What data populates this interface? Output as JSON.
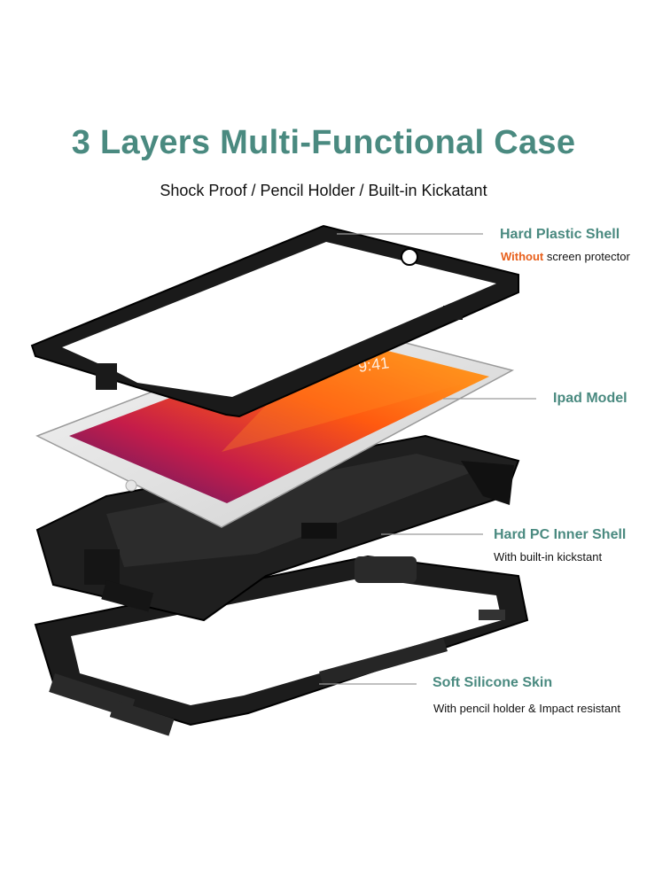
{
  "header": {
    "title": "3 Layers Multi-Functional Case",
    "subtitle": "Shock Proof / Pencil Holder / Built-in Kickatant"
  },
  "callouts": [
    {
      "title": "Hard Plastic Shell",
      "desc_accent": "Without",
      "desc": " screen protector"
    },
    {
      "title": "Ipad Model",
      "desc_accent": "",
      "desc": ""
    },
    {
      "title": "Hard PC Inner Shell",
      "desc_accent": "",
      "desc": "With built-in kickstant"
    },
    {
      "title": "Soft Silicone Skin",
      "desc_accent": "",
      "desc": "With pencil holder & Impact resistant"
    }
  ],
  "device": {
    "screen_time": "9:41"
  },
  "colors": {
    "accent_teal": "#4a8a80",
    "accent_orange": "#e8601c",
    "case_black": "#1a1a1a"
  }
}
